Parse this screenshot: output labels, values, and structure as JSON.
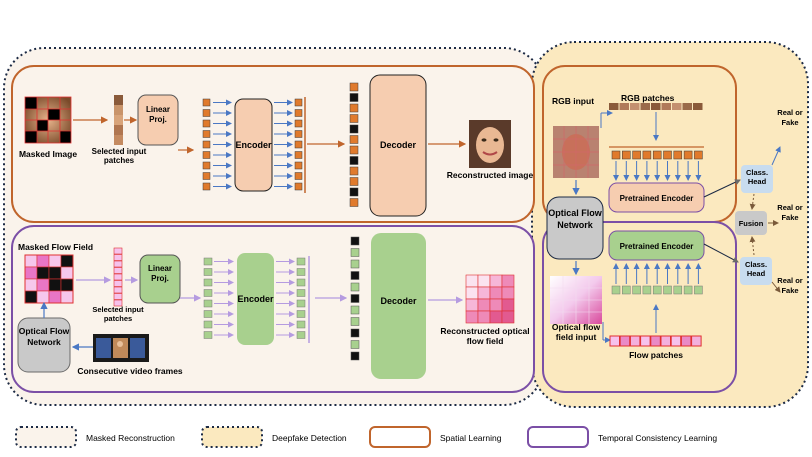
{
  "colors": {
    "masked_bg": "#faf3eb",
    "detect_bg": "#fbe9bf",
    "spatial": "#c0652c",
    "temporal": "#7b4fa6",
    "dark_dots": "#1c2a44",
    "orange_fill": "#f6cdb0",
    "green_fill": "#a8d08e",
    "gray_fill": "#c9c9c9",
    "blue_fill": "#c8dcef",
    "arrow_blue": "#4a78c4",
    "patch_orange": "#e07a2c",
    "arrow_lilac": "#b59be0"
  },
  "spatial": {
    "masked_image": "Masked Image",
    "selected_patches": "Selected input patches",
    "linear_proj": "Linear Proj.",
    "encoder": "Encoder",
    "decoder": "Decoder",
    "reconstructed": "Reconstructed image"
  },
  "temporal": {
    "masked_flow": "Masked Flow Field",
    "selected_patches": "Selected input patches",
    "linear_proj": "Linear Proj.",
    "encoder": "Encoder",
    "decoder": "Decoder",
    "reconstructed_flow": "Reconstructed optical flow field",
    "optical_flow_network": "Optical Flow Network",
    "consecutive_frames": "Consecutive video frames"
  },
  "detection": {
    "rgb_input": "RGB input",
    "rgb_patches": "RGB patches",
    "pretrained_encoder_top": "Pretrained Encoder",
    "pretrained_encoder_bottom": "Pretrained Encoder",
    "optical_flow_network": "Optical Flow Network",
    "optical_flow_input": "Optical flow field input",
    "flow_patches": "Flow patches",
    "class_head_top": "Class. Head",
    "class_head_bottom": "Class. Head",
    "fusion": "Fusion",
    "real_or_fake": "Real or Fake"
  },
  "legend": [
    {
      "label": "Masked Reconstruction",
      "style": "masked"
    },
    {
      "label": "Deepfake Detection",
      "style": "detect"
    },
    {
      "label": "Spatial Learning",
      "style": "spatial"
    },
    {
      "label": "Temporal Consistency Learning",
      "style": "temporal"
    }
  ]
}
